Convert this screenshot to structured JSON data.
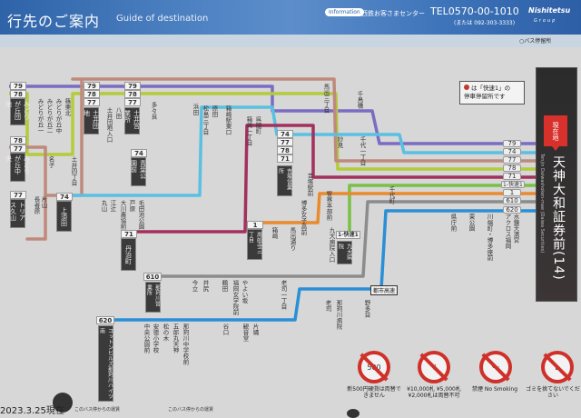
{
  "header": {
    "title_jp": "行先のご案内",
    "title_en": "Guide of destination",
    "info_badge": "Information",
    "info_center": "西鉄お客さまセンター",
    "tel": "TEL0570-00-1010",
    "tel_alt": "(または 092-303-3333)",
    "brand": "Nishitetsu",
    "brand_sub": "Group"
  },
  "stop_legend": "○バス停留所",
  "legend": {
    "line1": "は「快速1」の",
    "line2": "停車停留所です"
  },
  "current": {
    "tag": "現在地",
    "name": "天神大和証券前(14)",
    "name_en": "Tenjin Daiwashoken-mae (Daiwa Securities)"
  },
  "colors": {
    "79": "#7a6cc2",
    "78": "#b3cc3a",
    "77": "#bf8a7c",
    "74": "#5ac0e2",
    "71": "#a3305d",
    "rapid1": "#79c043",
    "1": "#e98a2e",
    "610": "#8c8c8c",
    "620": "#2a8fd6"
  },
  "trunk_routes": [
    "79",
    "74",
    "77",
    "78",
    "71",
    "1-快速1",
    "1",
    "610",
    "620"
  ],
  "terminals": [
    {
      "routes": [
        "79",
        "78"
      ],
      "name": "みどりが丘団地"
    },
    {
      "routes": [
        "78",
        "77"
      ],
      "name": "みどりが丘中央"
    },
    {
      "routes": [
        "77"
      ],
      "name": "トリアス久山"
    },
    {
      "routes": [
        "79",
        "78",
        "77"
      ],
      "name": "土井団地"
    },
    {
      "routes": [
        "79",
        "78",
        "77"
      ],
      "name": "土井営業所"
    },
    {
      "routes": [
        "74"
      ],
      "name": "青葉公園前"
    },
    {
      "routes": [
        "74"
      ],
      "name": "上須田"
    },
    {
      "routes": [
        "71"
      ],
      "name": "丹治町"
    },
    {
      "routes": [
        "1"
      ],
      "name": "周船寺三丁目"
    },
    {
      "routes": [
        "610"
      ],
      "name": "那珂川営業所"
    },
    {
      "routes": [
        "620"
      ],
      "name": "コットンヒルズ那珂川ハイツ南"
    },
    {
      "routes": [
        "74",
        "77",
        "78",
        "71"
      ],
      "name": "吉塚営業所"
    },
    {
      "routes": [
        "1-快速1"
      ],
      "name": "九大病院"
    }
  ],
  "highway": "都市高速",
  "stops": [
    "みどりが丘一",
    "みどりが丘二",
    "みどりが丘中",
    "篠栗北",
    "土井四丁目",
    "八田",
    "土井団地入口",
    "多々良",
    "名子",
    "長者原",
    "片山",
    "江辻",
    "丸山",
    "大川農協前",
    "戸原",
    "毛田池公園",
    "浜田",
    "原田",
    "松島三丁目",
    "箱崎駅東口",
    "箱崎一丁目",
    "呉服町",
    "馬出三丁目",
    "千代町",
    "千鳥橋",
    "妙見",
    "千代一丁目",
    "吉塚駅前",
    "博多女子高前",
    "警察本部前",
    "箱崎",
    "馬出通り",
    "九大病院入口",
    "県庁前",
    "東公園",
    "川端町・博多座前",
    "アクロス福岡",
    "水鏡天満宮",
    "老司",
    "那珂川病院",
    "野多目",
    "鶴田",
    "今立",
    "井尻",
    "やよい坂",
    "福岡女学院前",
    "老司一丁目",
    "谷口",
    "片縄",
    "観音堂",
    "中央公園前",
    "松の木",
    "安徳小学校",
    "五郎丸天神",
    "那珂川中学校前"
  ],
  "signs": [
    {
      "label": "500",
      "caption": "新500円硬貨は両替できません"
    },
    {
      "label": "¥",
      "caption": "¥10,000札 ¥5,000札 ¥2,000札は両替不可"
    },
    {
      "label": "〰",
      "caption": "禁煙 No Smoking"
    },
    {
      "label": "⌂",
      "caption": "ゴミを捨てないでください"
    }
  ],
  "footer": {
    "date": "2023.3.25現在",
    "note1": "このバス停からの運賃",
    "note2": "このバス停からの運賃"
  }
}
